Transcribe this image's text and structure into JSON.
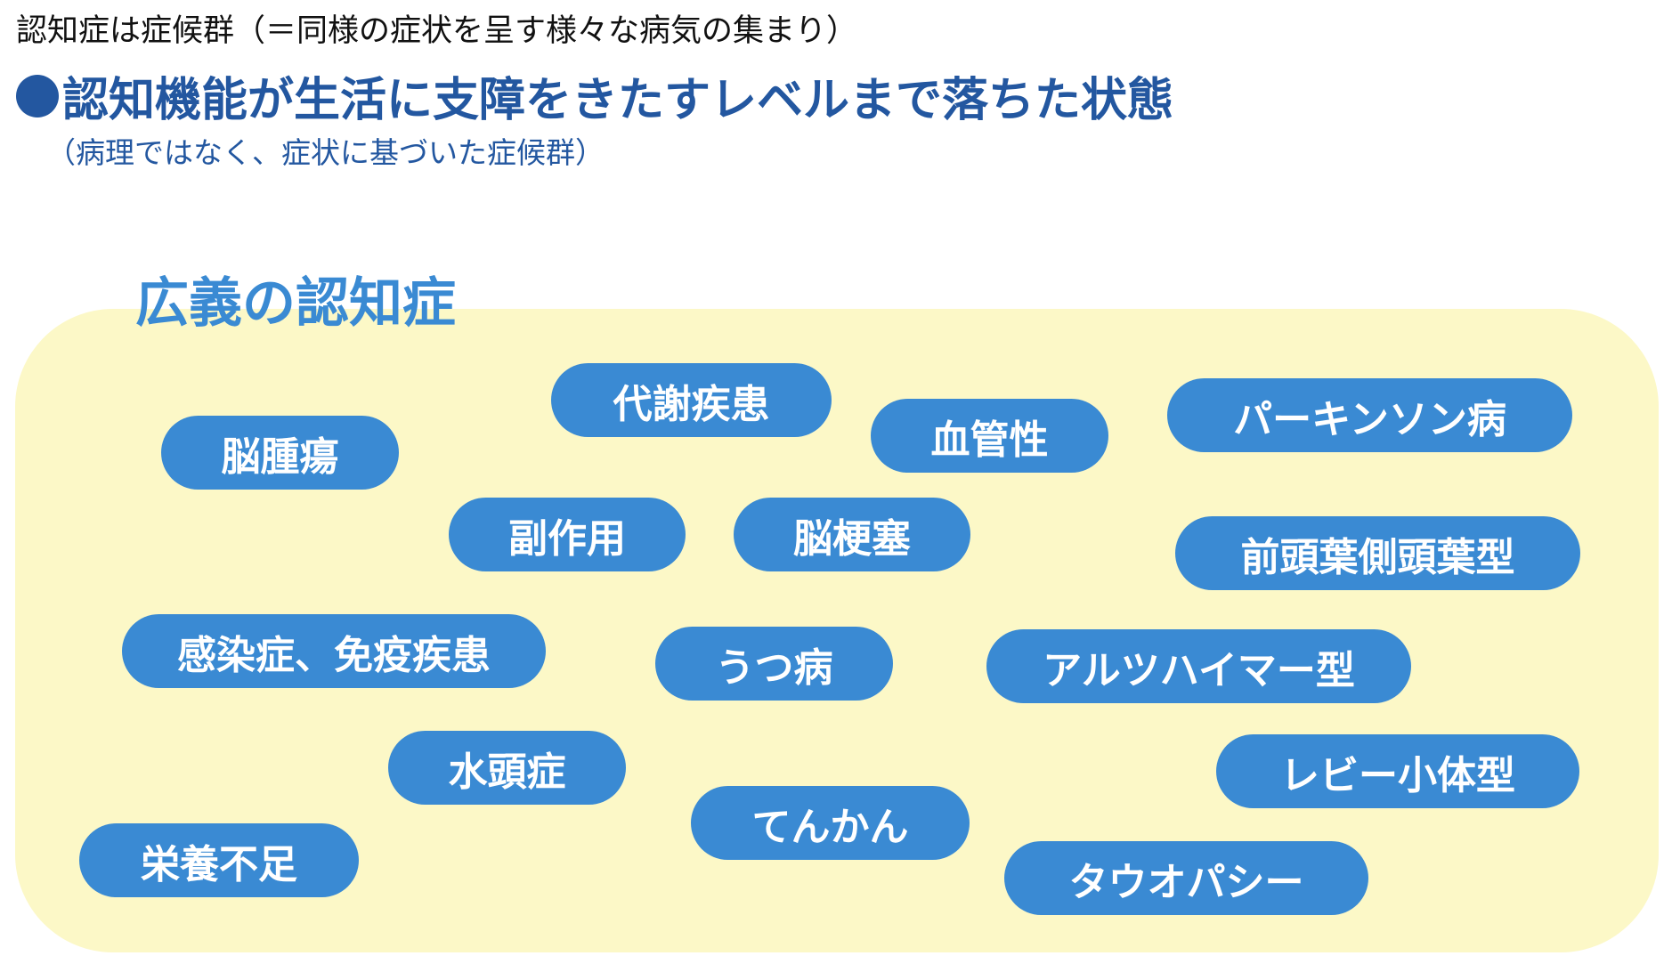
{
  "header": {
    "line1": "認知症は症候群（＝同様の症状を呈す様々な病気の集まり）",
    "line2": "認知機能が生活に支障をきたすレベルまで落ちた状態",
    "line3": "（病理ではなく、症状に基づいた症候群）"
  },
  "diagram": {
    "title": "広義の認知症",
    "items": [
      "代謝疾患",
      "脳腫瘍",
      "血管性",
      "パーキンソン病",
      "副作用",
      "脳梗塞",
      "前頭葉側頭葉型",
      "感染症、免疫疾患",
      "うつ病",
      "アルツハイマー型",
      "水頭症",
      "レビー小体型",
      "てんかん",
      "栄養不足",
      "タウオパシー"
    ]
  },
  "colors": {
    "heading": "#2357a0",
    "pill": "#3a8ad3",
    "box": "#fcf8c7"
  }
}
